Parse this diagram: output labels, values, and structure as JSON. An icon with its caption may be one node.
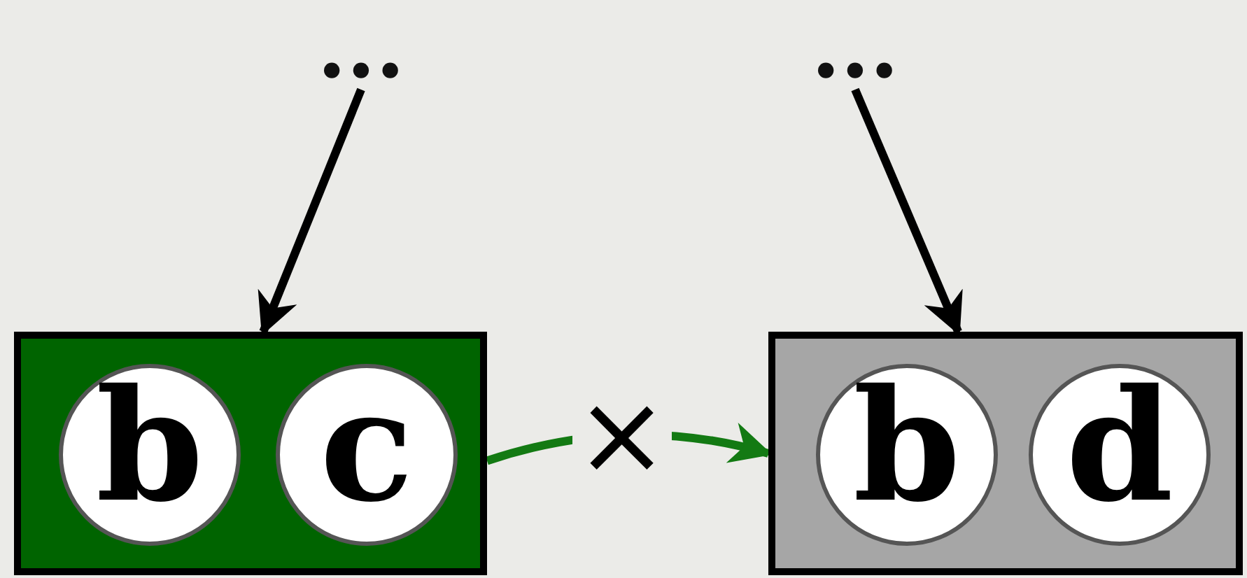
{
  "diagram": {
    "nodes": [
      {
        "text": [
          "..."
        ]
      },
      {
        "text": [
          "..."
        ]
      },
      {
        "text": [],
        "shape": "box"
      },
      {
        "text": [
          "b"
        ],
        "in": 2
      },
      {
        "text": [
          "c"
        ],
        "in": 2
      },
      {
        "text": [],
        "shape": "box"
      },
      {
        "text": [
          "b"
        ],
        "in": 5
      },
      {
        "text": [
          "d"
        ],
        "in": 5
      }
    ],
    "edges": [
      {
        "from": 0,
        "to": 2,
        "arrow": "to"
      },
      {
        "from": 1,
        "to": 5,
        "arrow": "to"
      },
      {
        "from": 2,
        "to": 5,
        "arrow": "to",
        "label": "×",
        "color": "#137a13"
      }
    ]
  }
}
